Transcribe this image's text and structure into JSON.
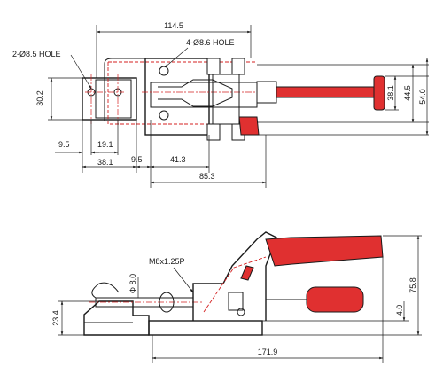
{
  "colors": {
    "handle": "#e03030",
    "hidden_lines": "#d42020",
    "outline": "#1a1a1a"
  },
  "top_view": {
    "overall_length": "114.5",
    "mounting_holes": "2-Ø8.5 HOLE",
    "spindle_holes": "4-Ø8.6 HOLE",
    "base_height": "30.2",
    "handle_height": "38.1",
    "body_height": "44.5",
    "overall_height": "54.0",
    "hole_offset": "9.5",
    "hole_spacing": "19.1",
    "base_length": "38.1",
    "gap": "9.5",
    "body_length": "41.3",
    "slot_length": "85.3"
  },
  "side_view": {
    "thread": "M8x1.25P",
    "rod_diameter": "Φ 8.0",
    "base_height": "23.4",
    "plate_thickness": "4.0",
    "overall_height": "75.8",
    "overall_length": "171.9"
  }
}
